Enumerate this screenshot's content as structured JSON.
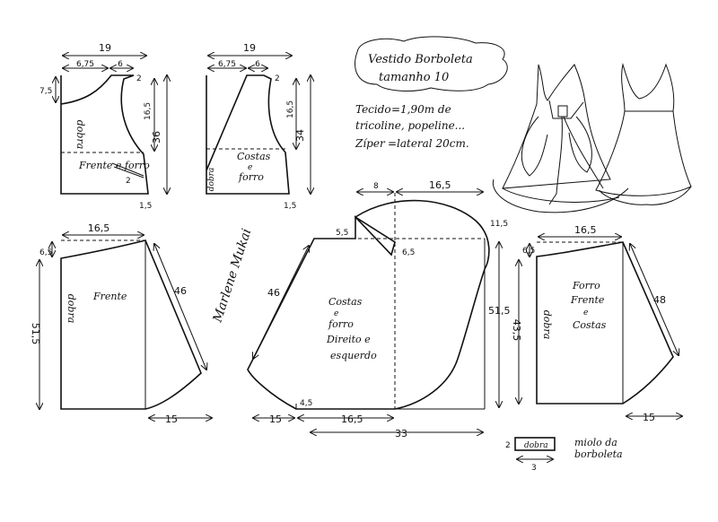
{
  "title": {
    "line1": "Vestido Borboleta",
    "line2": "tamanho 10"
  },
  "notes": {
    "fabric_label": "Tecido",
    "fabric_value": "1,90m de",
    "fabric_value2": "tricoline, popeline...",
    "zipper_label": "Zíper",
    "zipper_value": "lateral 20cm."
  },
  "signature": "Marlene Mukai",
  "fold_label": "dobra",
  "pieces": {
    "bodice_front": {
      "name": "Frente e forro",
      "multiplier": "2",
      "width": "19",
      "neck": "6,75",
      "shoulder": "6",
      "neck_drop": "7,5",
      "shoulder_drop": "2",
      "armhole": "16,5",
      "length": "36",
      "side_offset": "1,5"
    },
    "bodice_back": {
      "name_l1": "Costas",
      "name_l2": "e",
      "name_l3": "forro",
      "width": "19",
      "neck": "6,75",
      "shoulder": "6",
      "shoulder_drop": "2",
      "armhole": "16,5",
      "length": "34",
      "side_offset": "1,5"
    },
    "skirt_front": {
      "name": "Frente",
      "top": "16,5",
      "drop": "6,5",
      "height": "51,5",
      "side": "46",
      "hem": "15"
    },
    "skirt_back": {
      "name_l1": "Costas",
      "name_l2": "e",
      "name_l3": "forro",
      "name_l4": "Direito e",
      "name_l5": "esquerdo",
      "top_left": "8",
      "top_right": "16,5",
      "drop_left": "5,5",
      "notch": "6,5",
      "drop_right": "11,5",
      "side": "46",
      "height": "51,5",
      "hem_left": "15",
      "hem_right": "16,5",
      "corner": "4,5",
      "total": "33"
    },
    "skirt_lining": {
      "name_l1": "Forro",
      "name_l2": "Frente",
      "name_l3": "e",
      "name_l4": "Costas",
      "top": "16,5",
      "drop": "6,5",
      "height": "43,5",
      "side": "48",
      "hem": "15"
    },
    "butterfly_center": {
      "name_l1": "miolo da",
      "name_l2": "borboleta",
      "width": "3",
      "height": "2"
    }
  }
}
